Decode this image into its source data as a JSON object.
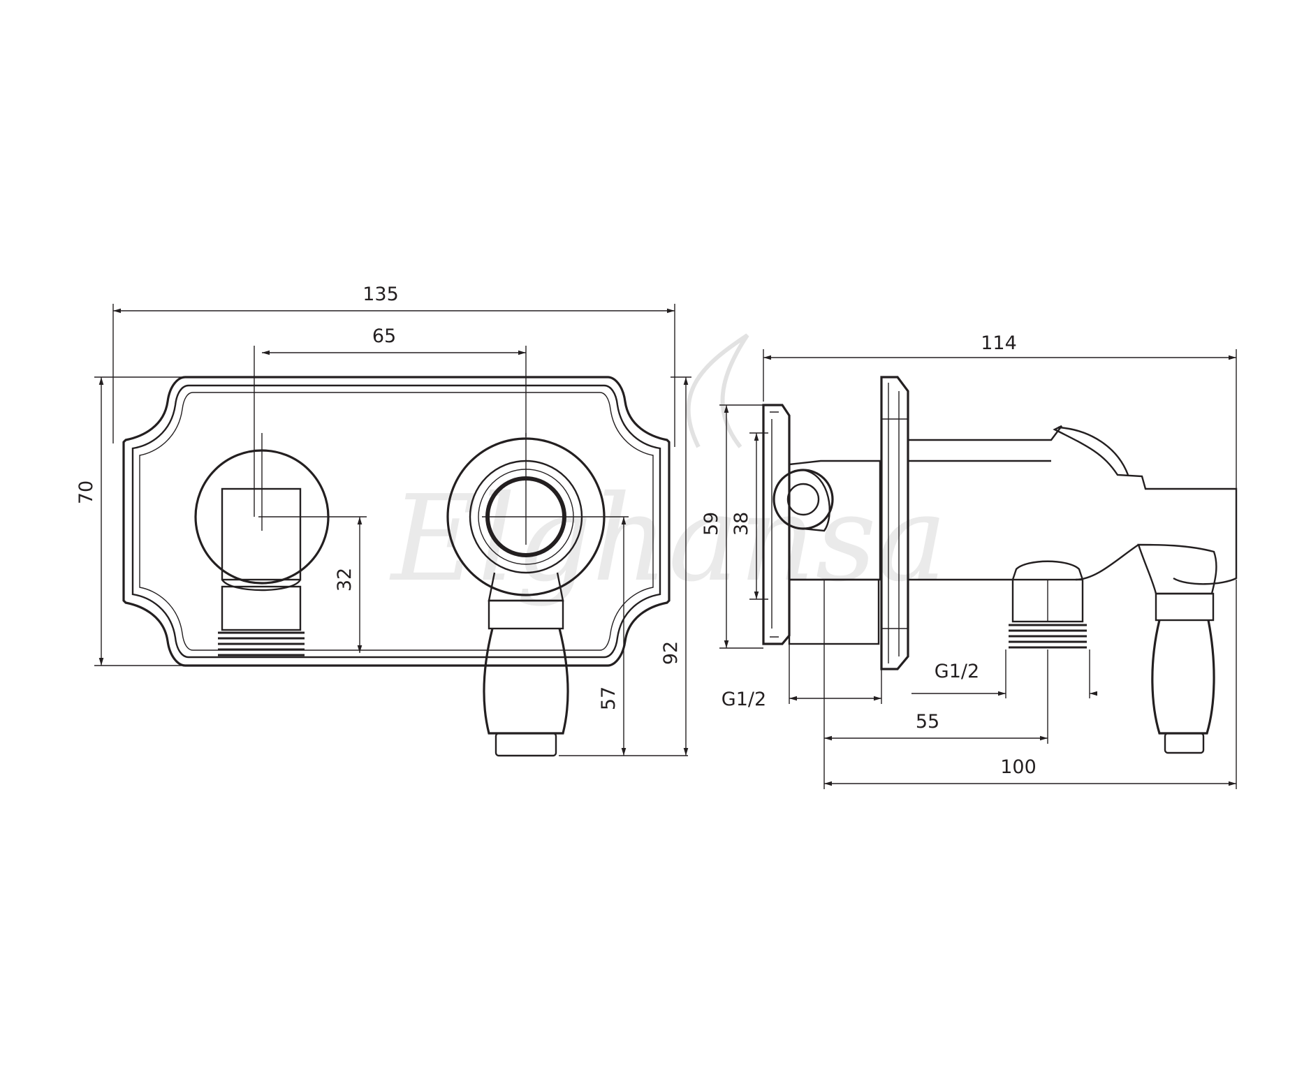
{
  "watermark": "Elghansa",
  "front_view": {
    "overall_width": "135",
    "handle_spacing": "65",
    "plate_height": "70",
    "outlet_offset": "32",
    "lever_offset": "57",
    "total_height": "92"
  },
  "side_view": {
    "overall_depth": "114",
    "plate_outer": "59",
    "plate_inner": "38",
    "thread_left": "G1/2",
    "thread_right": "G1/2",
    "outlet_distance": "55",
    "lever_distance": "100"
  },
  "colors": {
    "line": "#231f20",
    "watermark": "#d9d9d9"
  }
}
